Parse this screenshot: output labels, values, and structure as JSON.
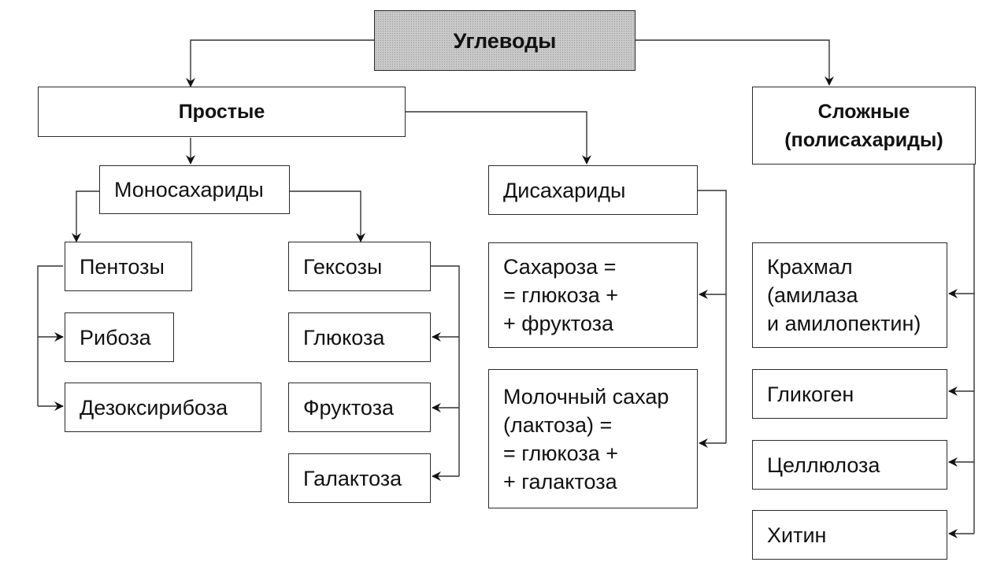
{
  "title": "Углеводы",
  "root": {
    "label": "Углеводы"
  },
  "simple": {
    "label": "Простые",
    "monosaccharides": {
      "label": "Моносахариды",
      "pentoses": {
        "label": "Пентозы",
        "items": [
          "Рибоза",
          "Дезоксирибоза"
        ]
      },
      "hexoses": {
        "label": "Гексозы",
        "items": [
          "Глюкоза",
          "Фруктоза",
          "Галактоза"
        ]
      }
    },
    "disaccharides": {
      "label": "Дисахариды",
      "items": [
        "Сахароза =\n= глюкоза +\n+ фруктоза",
        "Молочный сахар\n(лактоза) =\n= глюкоза +\n+ галактоза"
      ]
    }
  },
  "complex": {
    "label": "Сложные\n(полисахариды)",
    "items": [
      "Крахмал\n(амилаза\nи амилопектин)",
      "Гликоген",
      "Целлюлоза",
      "Хитин"
    ]
  }
}
